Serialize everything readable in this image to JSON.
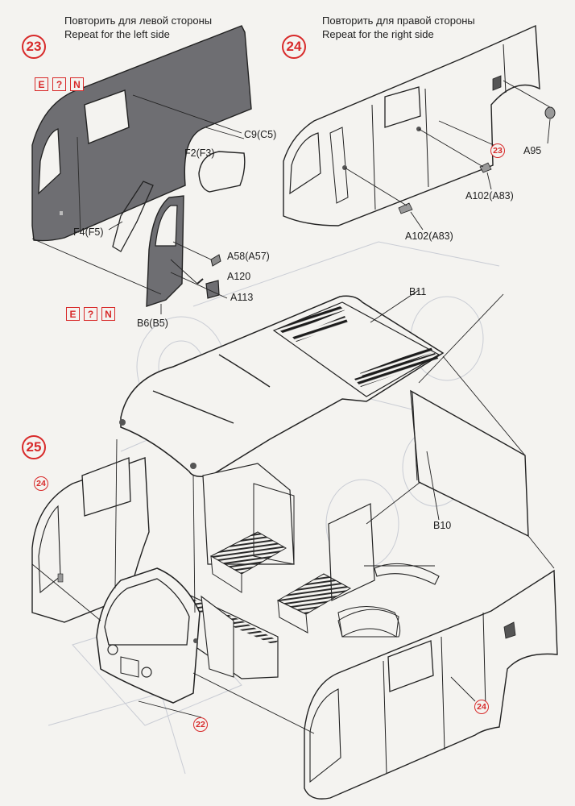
{
  "header": {
    "left_ru": "Повторить для левой стороны",
    "left_en": "Repeat for the left side",
    "right_ru": "Повторить для правой стороны",
    "right_en": "Repeat for the right side"
  },
  "steps": {
    "s23": "23",
    "s24": "24",
    "s25": "25"
  },
  "refs": {
    "r24a": "24",
    "r24b": "24",
    "r23": "23",
    "r22": "22"
  },
  "flags": {
    "e": "E",
    "q": "?",
    "n": "N"
  },
  "parts": {
    "c9": "C9(C5)",
    "f2": "F2(F3)",
    "f4": "F4(F5)",
    "a58": "A58(A57)",
    "a120": "A120",
    "a113": "A113",
    "b6": "B6(B5)",
    "a95": "A95",
    "a102a": "A102(A83)",
    "a102b": "A102(A83)",
    "b11": "B11",
    "b10": "B10"
  }
}
